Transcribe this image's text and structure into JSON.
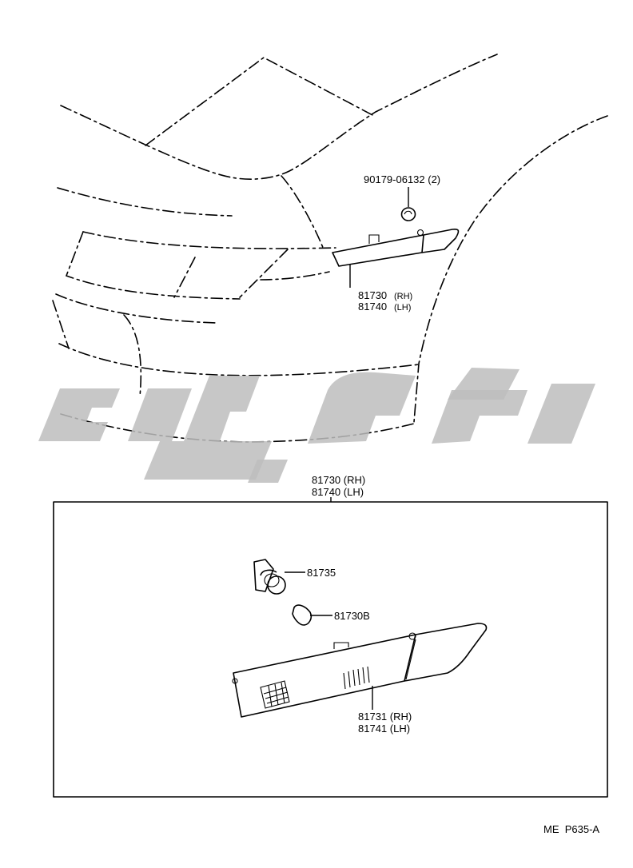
{
  "labels": {
    "clip_part": "90179-06132 (2)",
    "lamp_top_rh": "81730",
    "lamp_top_rh_side": "(RH)",
    "lamp_top_lh": "81740",
    "lamp_top_lh_side": "(LH)",
    "assembly_rh": "81730 (RH)",
    "assembly_lh": "81740 (LH)",
    "socket": "81735",
    "bulb": "81730B",
    "lens_rh": "81731 (RH)",
    "lens_lh": "81741 (LH)"
  },
  "reference_code": "ME  P635-A",
  "watermark_text": "لوکی پارت"
}
